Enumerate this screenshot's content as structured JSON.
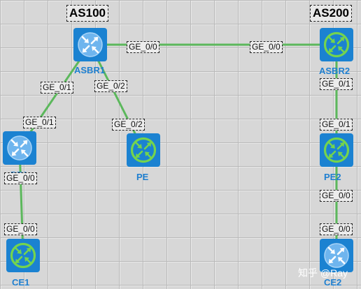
{
  "colors": {
    "link": "#5cb85c",
    "device_fill": "#1b82d1",
    "router_ring": "#74d44e",
    "label_text": "#1e7fd0"
  },
  "autonomous_systems": [
    {
      "id": "as100",
      "label": "AS100"
    },
    {
      "id": "as200",
      "label": "AS200"
    }
  ],
  "devices": [
    {
      "id": "asbr1",
      "label": "ASBR1",
      "icon": "switch-icon"
    },
    {
      "id": "asbr2",
      "label": "ASBR2",
      "icon": "router-icon"
    },
    {
      "id": "pe1",
      "label": "PE1",
      "icon": "switch-icon"
    },
    {
      "id": "pe",
      "label": "PE",
      "icon": "router-icon"
    },
    {
      "id": "pe2",
      "label": "PE2",
      "icon": "router-icon"
    },
    {
      "id": "ce1",
      "label": "CE1",
      "icon": "router-icon"
    },
    {
      "id": "ce2",
      "label": "CE2",
      "icon": "switch-icon"
    }
  ],
  "links": [
    {
      "from": "asbr1",
      "to": "asbr2",
      "from_port": "GE_0/0",
      "to_port": "GE_0/0"
    },
    {
      "from": "asbr1",
      "to": "pe1",
      "from_port": "GE_0/1",
      "to_port": "GE_0/1"
    },
    {
      "from": "asbr1",
      "to": "pe",
      "from_port": "GE_0/2",
      "to_port": "GE_0/2"
    },
    {
      "from": "pe1",
      "to": "ce1",
      "from_port": "GE_0/0",
      "to_port": "GE_0/0"
    },
    {
      "from": "asbr2",
      "to": "pe2",
      "from_port": "GE_0/1",
      "to_port": "GE_0/1"
    },
    {
      "from": "pe2",
      "to": "ce2",
      "from_port": "GE_0/0",
      "to_port": "GE_0/0"
    }
  ],
  "watermark": "知乎 @Ray"
}
